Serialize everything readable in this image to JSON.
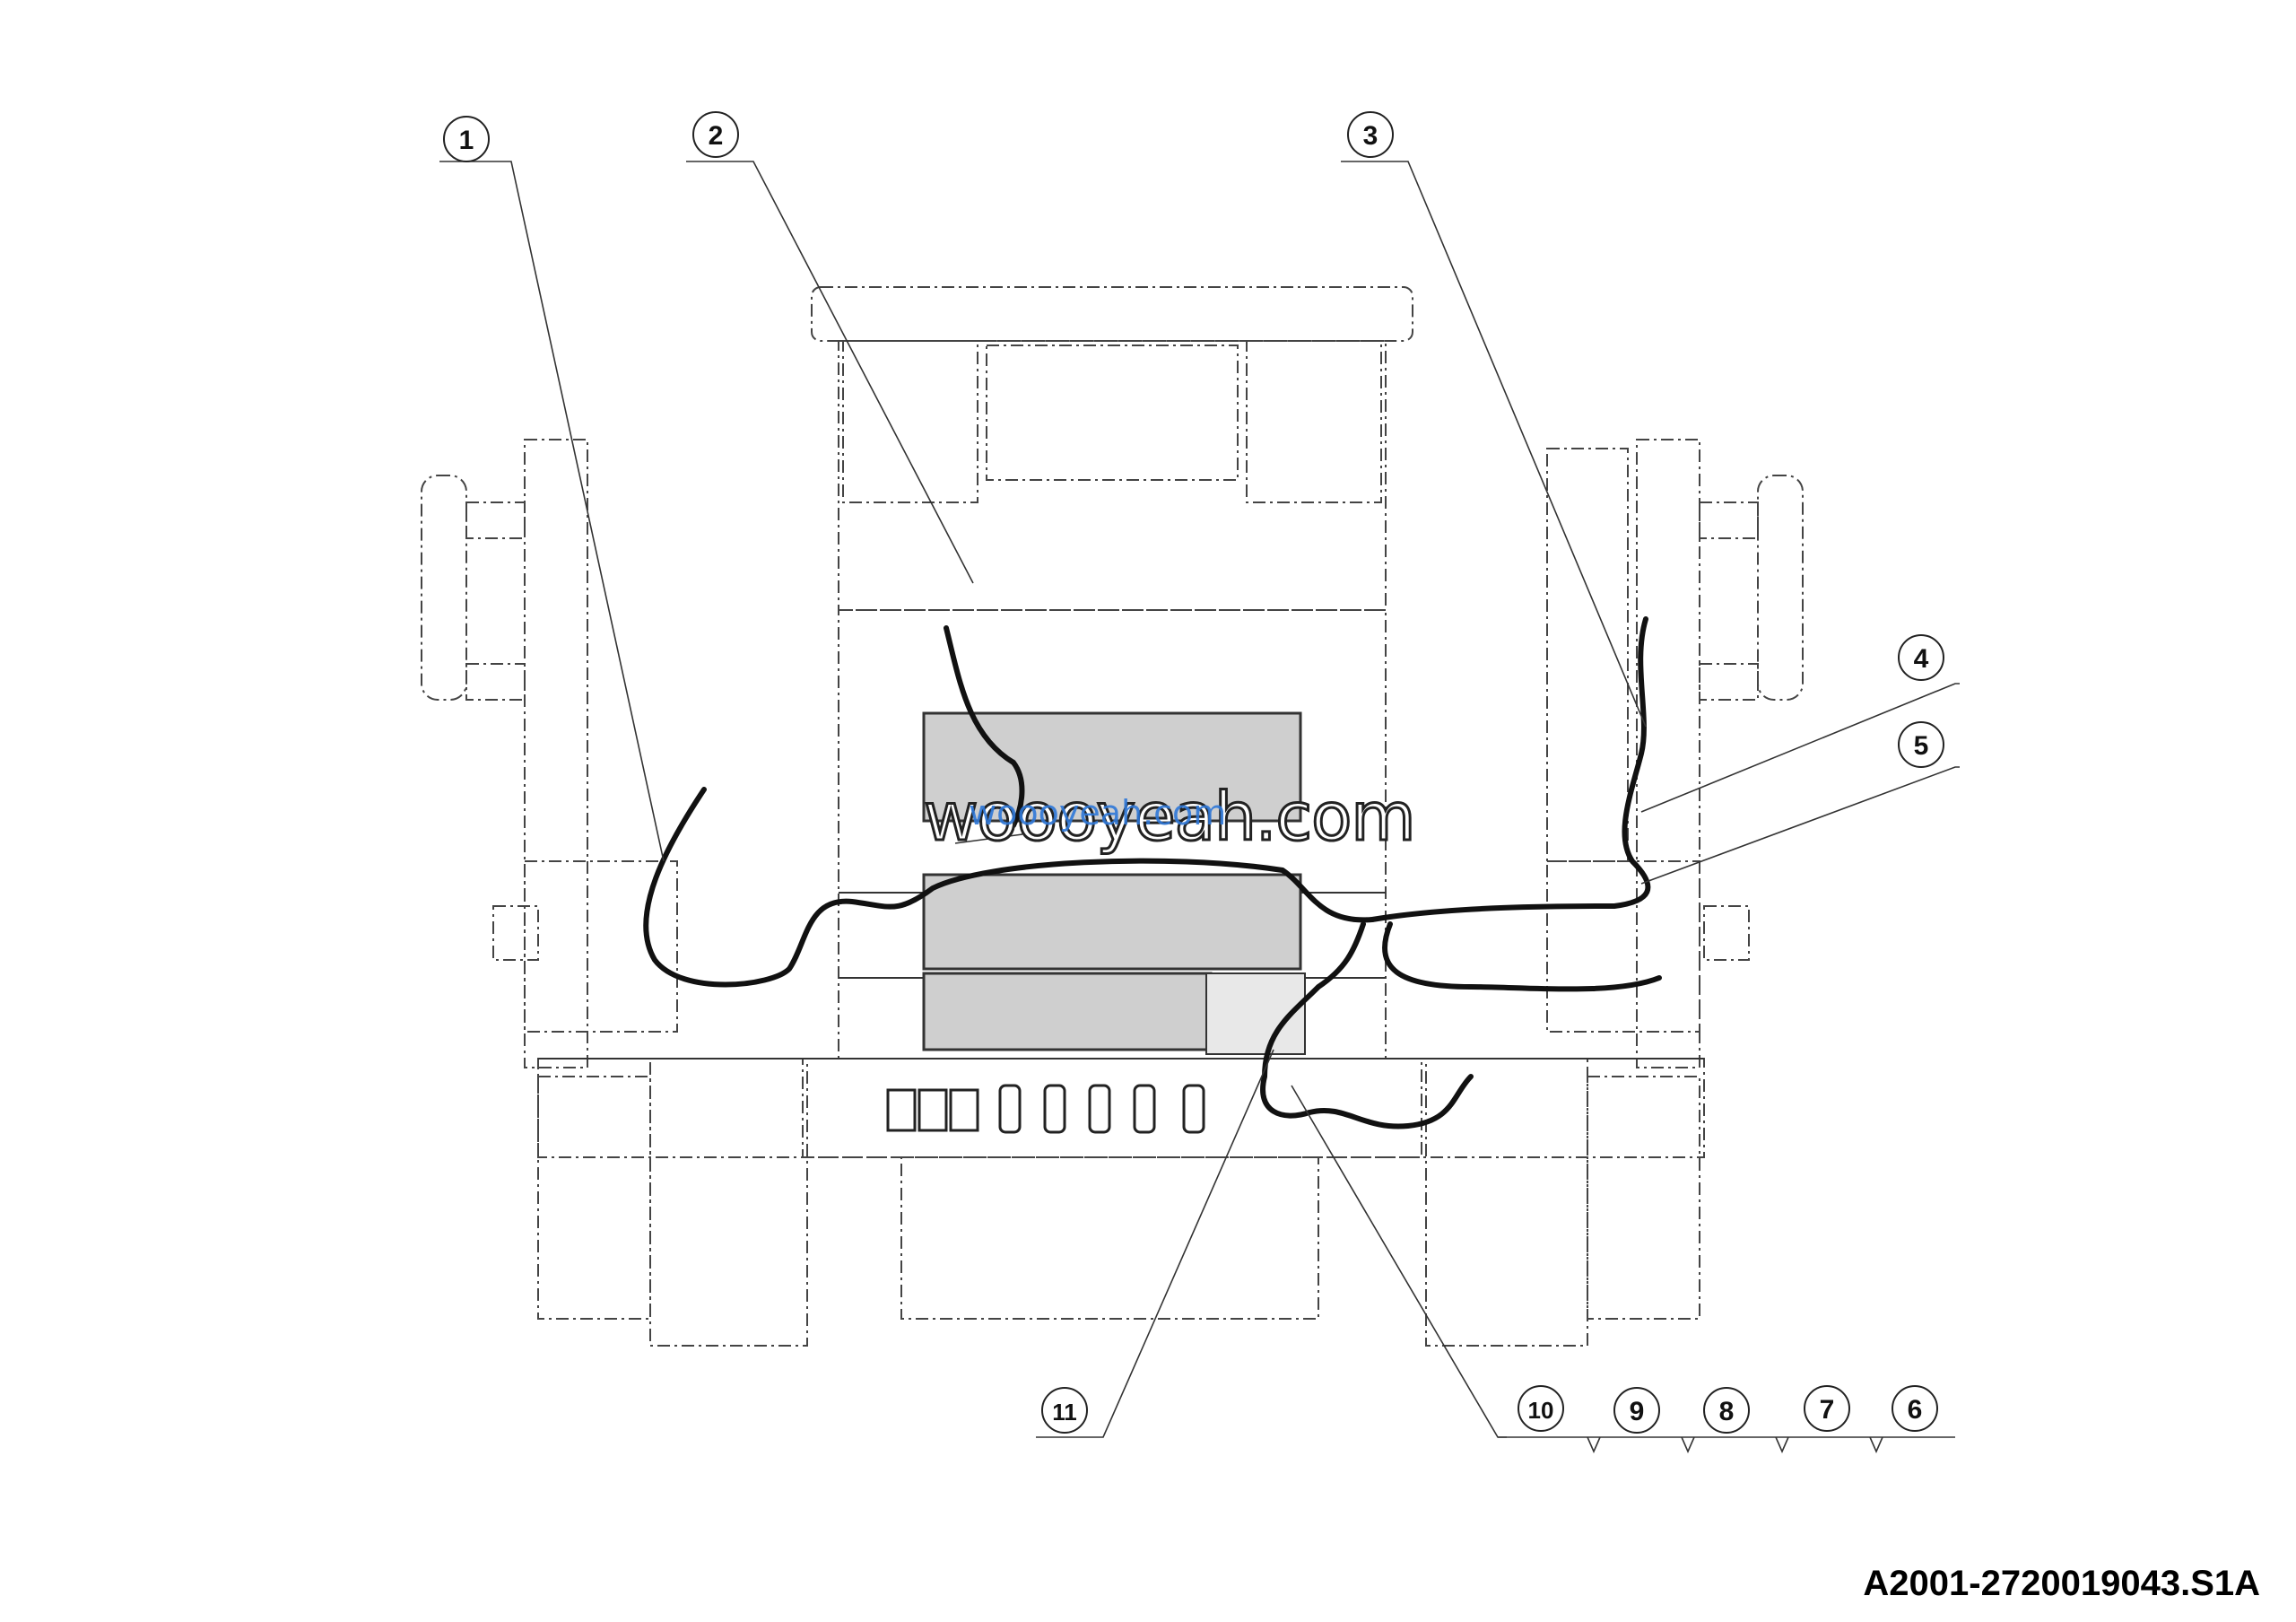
{
  "drawing": {
    "code": "A2001-2720019043.S1A",
    "watermark": "woooyeah.com",
    "callouts": [
      "1",
      "2",
      "3",
      "4",
      "5",
      "6",
      "7",
      "8",
      "9",
      "10",
      "11"
    ]
  }
}
